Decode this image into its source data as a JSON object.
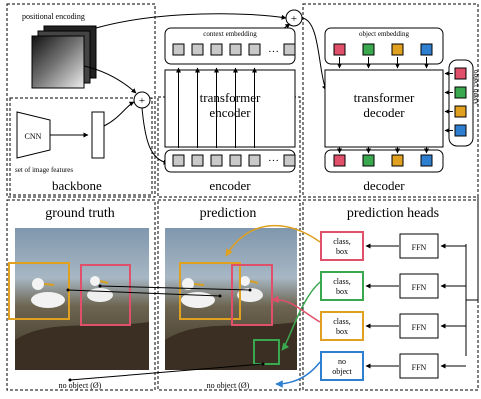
{
  "top": {
    "positional_encoding": "positional encoding",
    "context_embedding": "context embedding",
    "object_embedding": "object embedding",
    "object_query": "object query",
    "plus": "+",
    "cnn": "CNN",
    "image_features": "set of image features",
    "transformer_encoder_l1": "transformer",
    "transformer_encoder_l2": "encoder",
    "transformer_decoder_l1": "transformer",
    "transformer_decoder_l2": "decoder",
    "ellipsis": "···",
    "sections": {
      "backbone": "backbone",
      "encoder": "encoder",
      "decoder": "decoder"
    }
  },
  "bottom": {
    "ground_truth": "ground truth",
    "prediction": "prediction",
    "prediction_heads": "prediction heads",
    "no_object_gt": "no object (Ø)",
    "no_object_pred": "no object (Ø)",
    "heads": [
      {
        "line1": "class,",
        "line2": "box",
        "color": "#e0506a"
      },
      {
        "line1": "class,",
        "line2": "box",
        "color": "#3aa84f"
      },
      {
        "line1": "class,",
        "line2": "box",
        "color": "#e0a020"
      },
      {
        "line1": "no",
        "line2": "object",
        "color": "#2f7fd0"
      }
    ],
    "ffn_label": "FFN"
  },
  "colors": {
    "red": "#e0506a",
    "green": "#3aa84f",
    "yellow": "#e0a020",
    "blue": "#2f7fd0",
    "token_gray": "#c9c9c9"
  }
}
